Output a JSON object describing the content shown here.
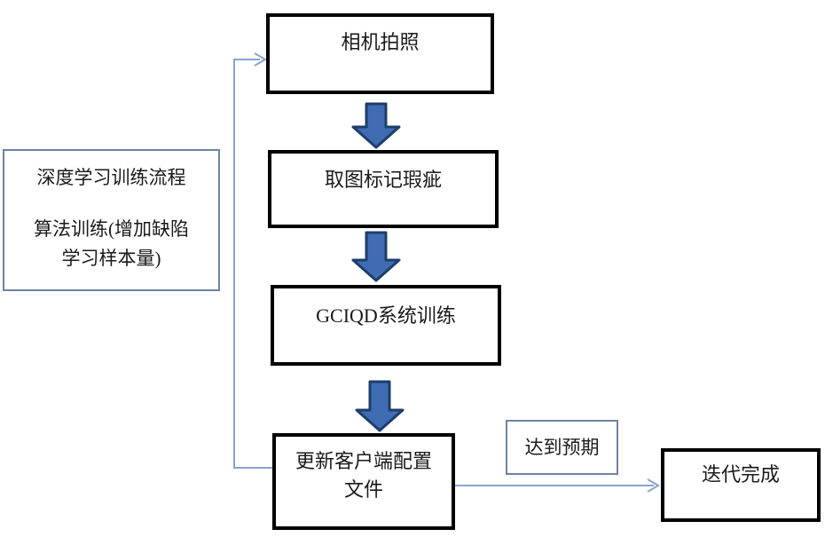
{
  "colors": {
    "background": "#ffffff",
    "text": "#1a1a1a",
    "flow_box_border": "#000000",
    "panel_border": "#6d83a3",
    "block_arrow_fill": "#3f6cb3",
    "block_arrow_stroke": "#1f3d6b",
    "connector": "#8ba3cc"
  },
  "left_panel": {
    "line1": "深度学习训练流程",
    "line2": "算法训练(增加缺陷",
    "line3": "学习样本量)"
  },
  "steps": {
    "camera": "相机拍照",
    "label_defects": "取图标记瑕疵",
    "system_training": "GCIQD系统训练",
    "update_config_line1": "更新客户端配置",
    "update_config_line2": "文件"
  },
  "branch": {
    "condition": "达到预期",
    "result": "迭代完成"
  }
}
